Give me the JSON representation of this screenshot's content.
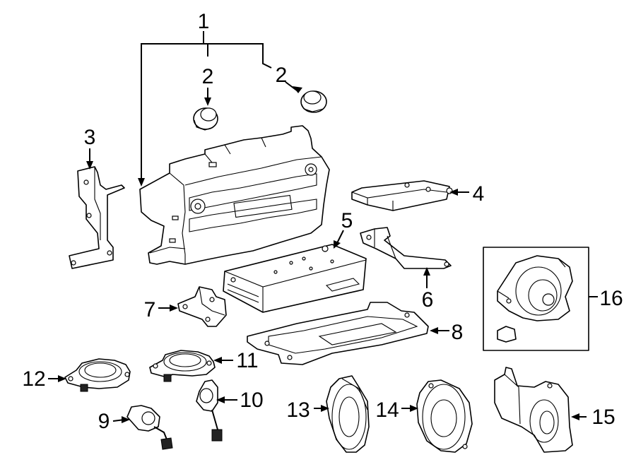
{
  "callouts": [
    "1",
    "2",
    "2",
    "3",
    "4",
    "5",
    "6",
    "7",
    "8",
    "9",
    "10",
    "11",
    "12",
    "13",
    "14",
    "15",
    "16"
  ]
}
